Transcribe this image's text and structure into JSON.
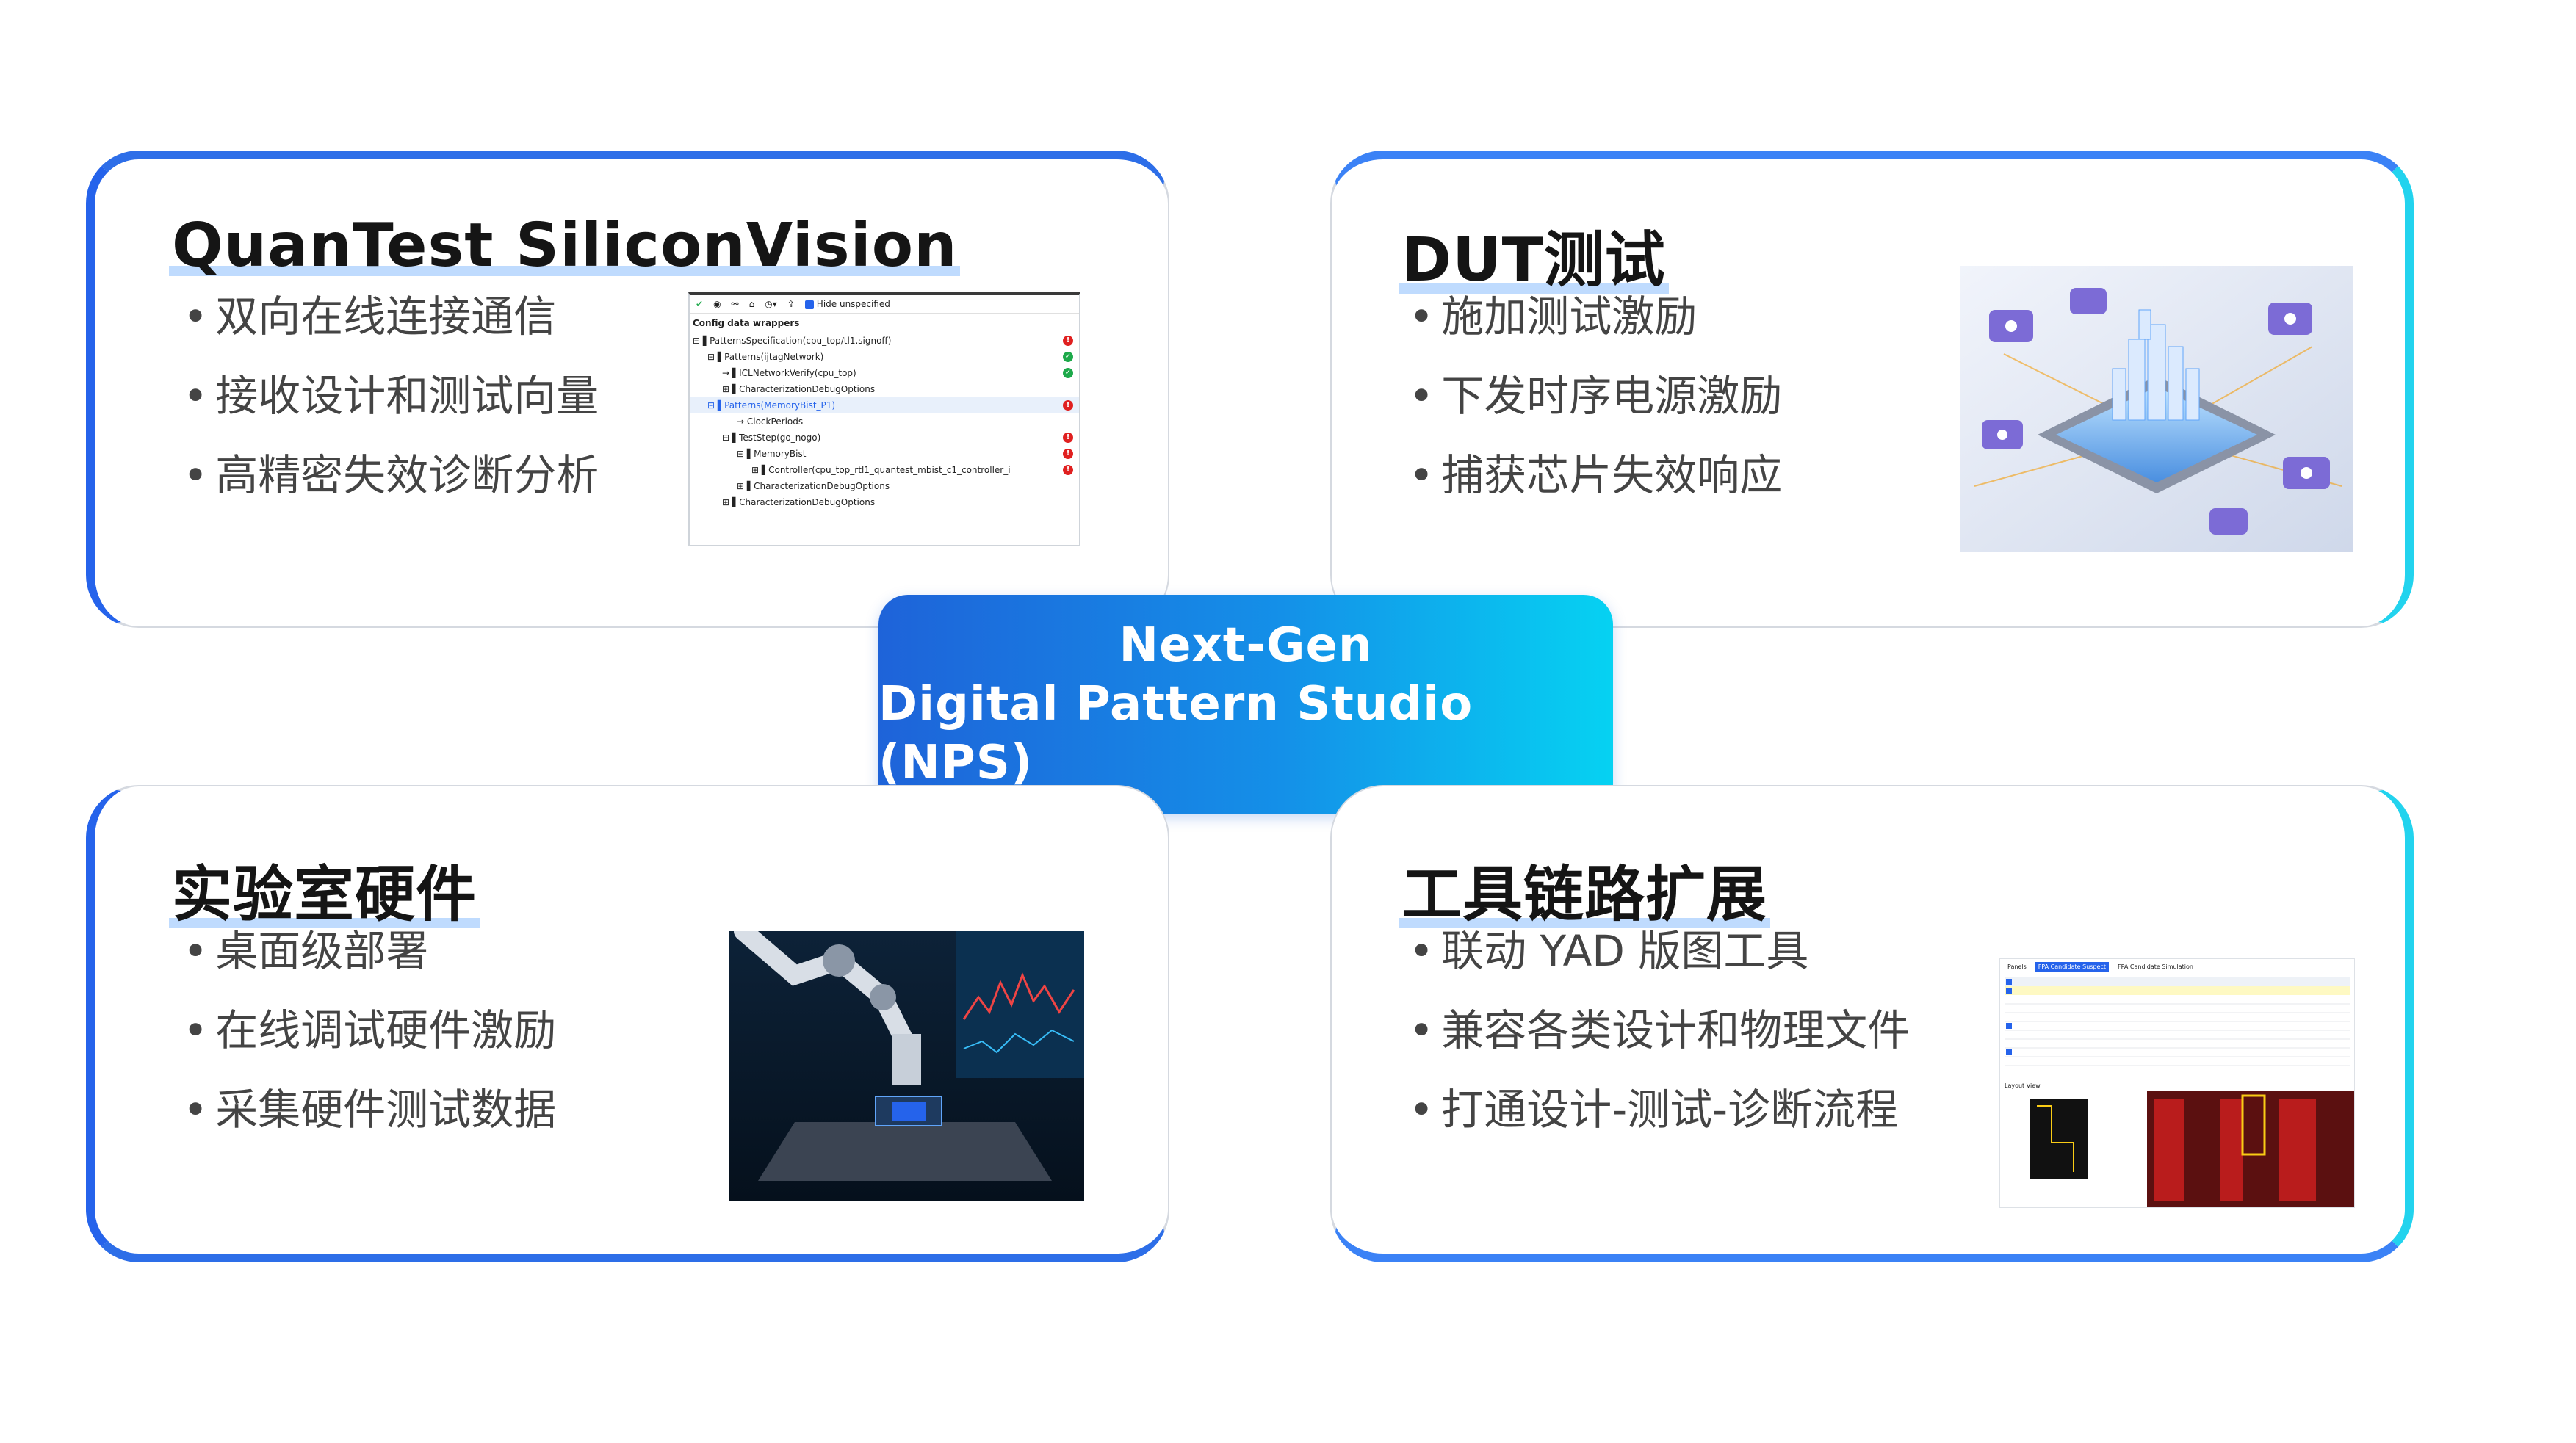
{
  "center": {
    "line1": "Next-Gen",
    "line2": "Digital Pattern Studio (NPS)"
  },
  "cards": {
    "tl": {
      "title": "QuanTest SiliconVision",
      "bullets": [
        "双向在线连接通信",
        "接收设计和测试向量",
        "高精密失效诊断分析"
      ]
    },
    "tr": {
      "title": "DUT测试",
      "bullets": [
        "施加测试激励",
        "下发时序电源激励",
        "捕获芯片失效响应"
      ]
    },
    "bl": {
      "title": "实验室硬件",
      "bullets": [
        "桌面级部署",
        "在线调试硬件激励",
        "采集硬件测试数据"
      ]
    },
    "br": {
      "title": "工具链路扩展",
      "bullets": [
        "联动 YAD 版图工具",
        "兼容各类设计和物理文件",
        "打通设计-测试-诊断流程"
      ]
    }
  },
  "config_panel": {
    "toolbar_checkbox": "Hide unspecified",
    "header": "Config data wrappers",
    "rows": [
      "PatternsSpecification(cpu_top/tl1.signoff)",
      "Patterns(ijtagNetwork)",
      "ICLNetworkVerify(cpu_top)",
      "CharacterizationDebugOptions",
      "Patterns(MemoryBist_P1)",
      "ClockPeriods",
      "TestStep(go_nogo)",
      "MemoryBist",
      "Controller(cpu_top_rtl1_quantest_mbist_c1_controller_i",
      "CharacterizationDebugOptions",
      "CharacterizationDebugOptions"
    ]
  },
  "yad_panel": {
    "tabs": [
      "Panels",
      "FPA Candidate Suspect",
      "FPA Candidate Simulation"
    ],
    "section": "Layout View",
    "colors": [
      "#2563eb",
      "#b91c1c",
      "#facc15"
    ]
  }
}
